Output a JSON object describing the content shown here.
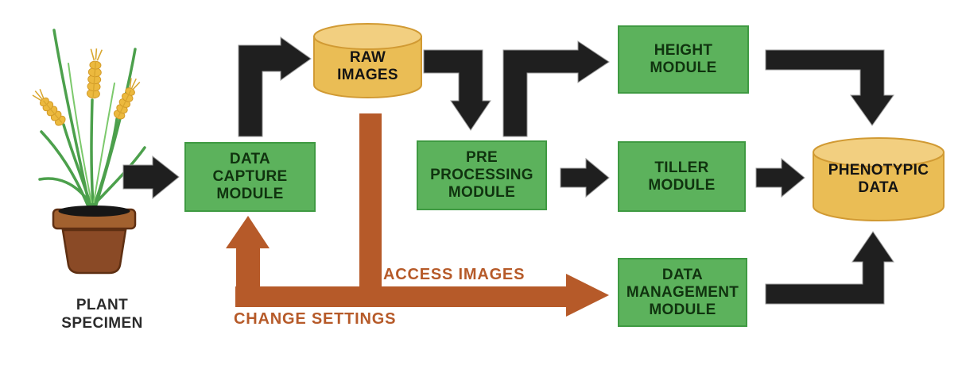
{
  "colors": {
    "module_green": "#5cb25c",
    "module_border": "#3f9a42",
    "module_text": "#10330f",
    "datastore_yellow": "#eabd55",
    "datastore_top": "#f2cf80",
    "datastore_border": "#d19a33",
    "arrow_black": "#1f1f1f",
    "arrow_orange": "#b65a29",
    "caption_text": "#2b2b2b"
  },
  "plant": {
    "caption": [
      "PLANT",
      "SPECIMEN"
    ]
  },
  "modules": {
    "data_capture": [
      "DATA",
      "CAPTURE",
      "MODULE"
    ],
    "pre_processing": [
      "PRE",
      "PROCESSING",
      "MODULE"
    ],
    "height": [
      "HEIGHT",
      "MODULE"
    ],
    "tiller": [
      "TILLER",
      "MODULE"
    ],
    "data_management": [
      "DATA",
      "MANAGEMENT",
      "MODULE"
    ]
  },
  "datastores": {
    "raw_images": [
      "RAW",
      "IMAGES"
    ],
    "phenotypic_data": [
      "PHENOTYPIC",
      "DATA"
    ]
  },
  "feedback_labels": {
    "access_images": "ACCESS IMAGES",
    "change_settings": "CHANGE SETTINGS"
  }
}
